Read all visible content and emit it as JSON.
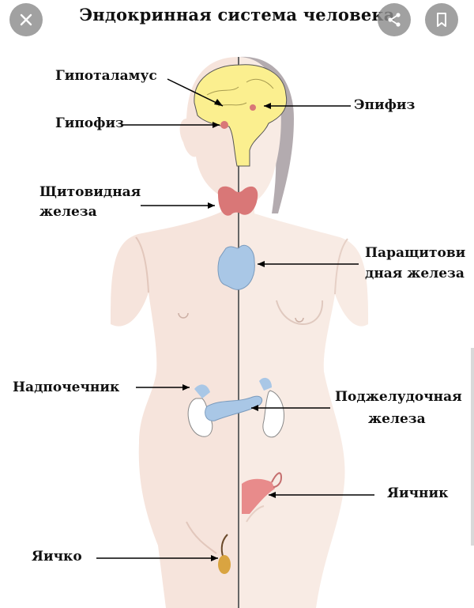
{
  "title": "Эндокринная система человека",
  "labels": {
    "hypothalamus": "Гипоталамус",
    "pituitary": "Гипофиз",
    "thyroid_line1": "Щитовидная",
    "thyroid_line2": "железа",
    "pineal": "Эпифиз",
    "parathyroid_line1": "Паращитови",
    "parathyroid_line2": "дная железа",
    "adrenal": "Надпочечник",
    "pancreas_line1": "Поджелудочная",
    "pancreas_line2": "железа",
    "ovary": "Яичник",
    "testis": "Яичко"
  },
  "controls": {
    "close_icon": "close-icon",
    "share_icon": "share-icon",
    "bookmark_icon": "bookmark-icon"
  },
  "colors": {
    "skin_left": "#f6e4dc",
    "skin_right": "#f8ebe4",
    "hair": "#9a8f94",
    "brain": "#fbef8f",
    "thyroid": "#d97777",
    "parathyroid": "#a9c7e6",
    "kidney": "#ffffff",
    "ovary": "#e88b8b"
  }
}
